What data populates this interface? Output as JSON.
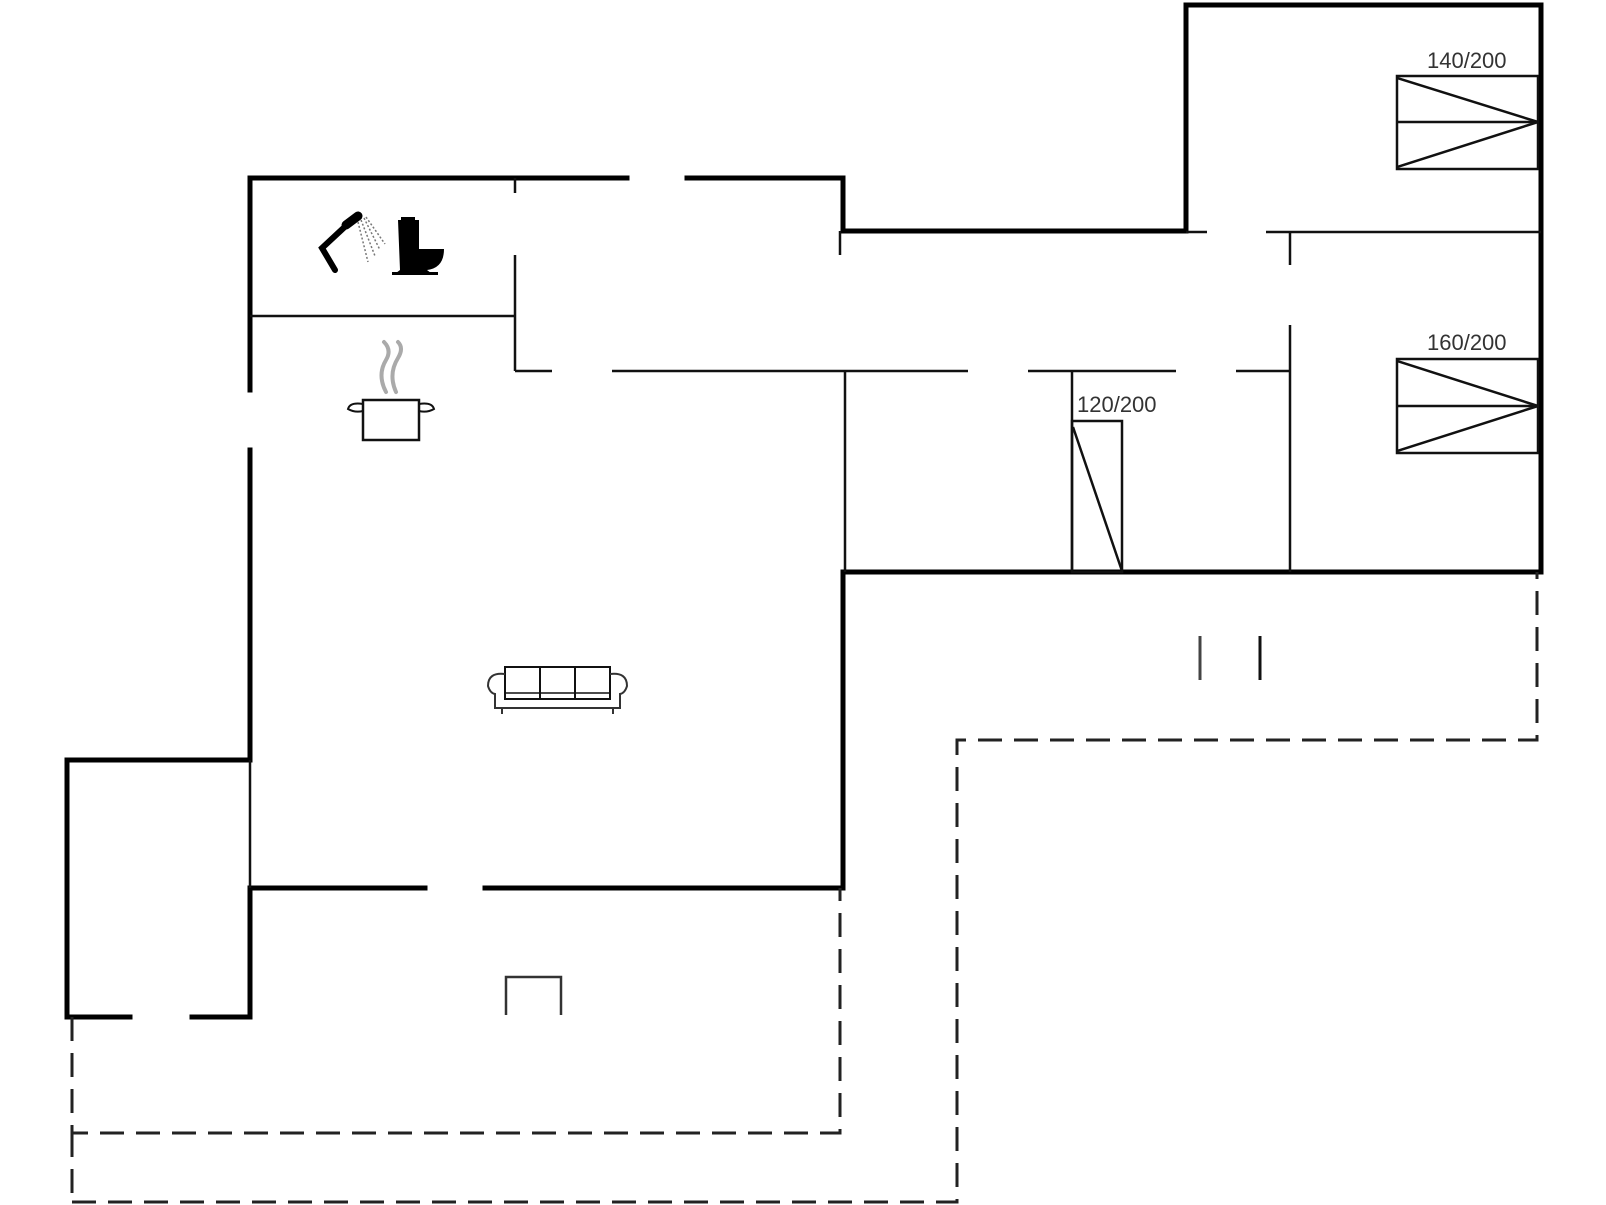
{
  "floorplan": {
    "beds": [
      {
        "label": "140/200"
      },
      {
        "label": "160/200"
      },
      {
        "label": "120/200"
      }
    ],
    "icons": {
      "shower": "shower-icon",
      "toilet": "toilet-icon",
      "cooking_pot": "cooking-pot-icon",
      "sofa": "sofa-icon",
      "fireplace": "fireplace-icon"
    },
    "colors": {
      "wall": "#000000",
      "background": "#ffffff",
      "steam": "#aaaaaa"
    }
  }
}
